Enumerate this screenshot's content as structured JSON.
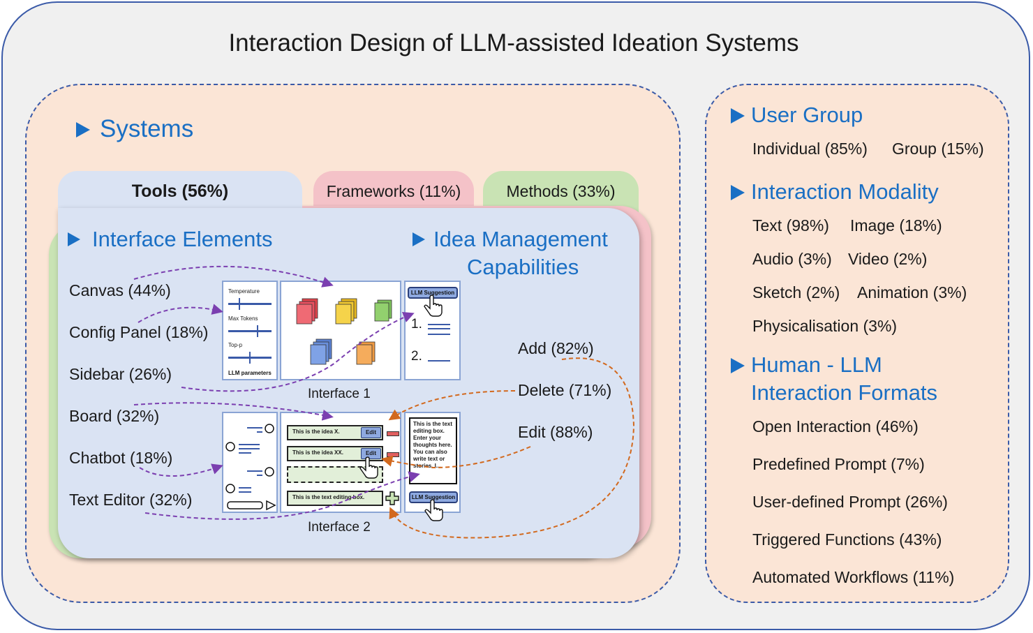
{
  "title": "Interaction Design of LLM-assisted Ideation Systems",
  "systems": {
    "heading": "Systems",
    "tabs": [
      {
        "label": "Tools  (56%)"
      },
      {
        "label": "Frameworks (11%)"
      },
      {
        "label": "Methods (33%)"
      }
    ],
    "interface_elements": {
      "heading": "Interface Elements",
      "items": [
        "Canvas (44%)",
        "Config Panel (18%)",
        "Sidebar (26%)",
        "Board (32%)",
        "Chatbot (18%)",
        "Text Editor (32%)"
      ]
    },
    "idea_management": {
      "heading_line1": "Idea Management",
      "heading_line2": "Capabilities",
      "items": [
        "Add (82%)",
        "Delete (71%)",
        "Edit (88%)"
      ]
    },
    "interface1": {
      "caption": "Interface 1",
      "params": [
        "Temperature",
        "Max Tokens",
        "Top-p",
        "LLM parameters"
      ],
      "llm_button": "LLM Suggestion",
      "list_numbers": [
        "1.",
        "2."
      ]
    },
    "interface2": {
      "caption": "Interface 2",
      "ideas": [
        "This is the idea X.",
        "This is the idea XX.",
        "This is the text editing box."
      ],
      "edit_label": "Edit",
      "editor_text": "This is the text editing box. Enter your thoughts here. You can also write text or stories. I...",
      "llm_button": "LLM Suggestion"
    },
    "colors": {
      "tools": "#dae3f3",
      "frameworks": "#f4c2c8",
      "methods": "#c9e3b4",
      "orange_arrow": "#d2691e",
      "purple_arrow": "#7b3fb0"
    }
  },
  "right": {
    "user_group": {
      "heading": "User Group",
      "items": [
        "Individual (85%)",
        "Group (15%)"
      ]
    },
    "modality": {
      "heading": "Interaction Modality",
      "rows": [
        [
          "Text (98%)",
          "Image (18%)"
        ],
        [
          "Audio (3%)",
          "Video (2%)"
        ],
        [
          "Sketch (2%)",
          "Animation (3%)"
        ],
        [
          "Physicalisation (3%)"
        ]
      ]
    },
    "formats": {
      "heading_line1": "Human - LLM",
      "heading_line2": "Interaction Formats",
      "items": [
        "Open Interaction (46%)",
        "Predefined Prompt  (7%)",
        "User-defined Prompt (26%)",
        "Triggered Functions (43%)",
        "Automated Workflows (11%)"
      ]
    }
  }
}
